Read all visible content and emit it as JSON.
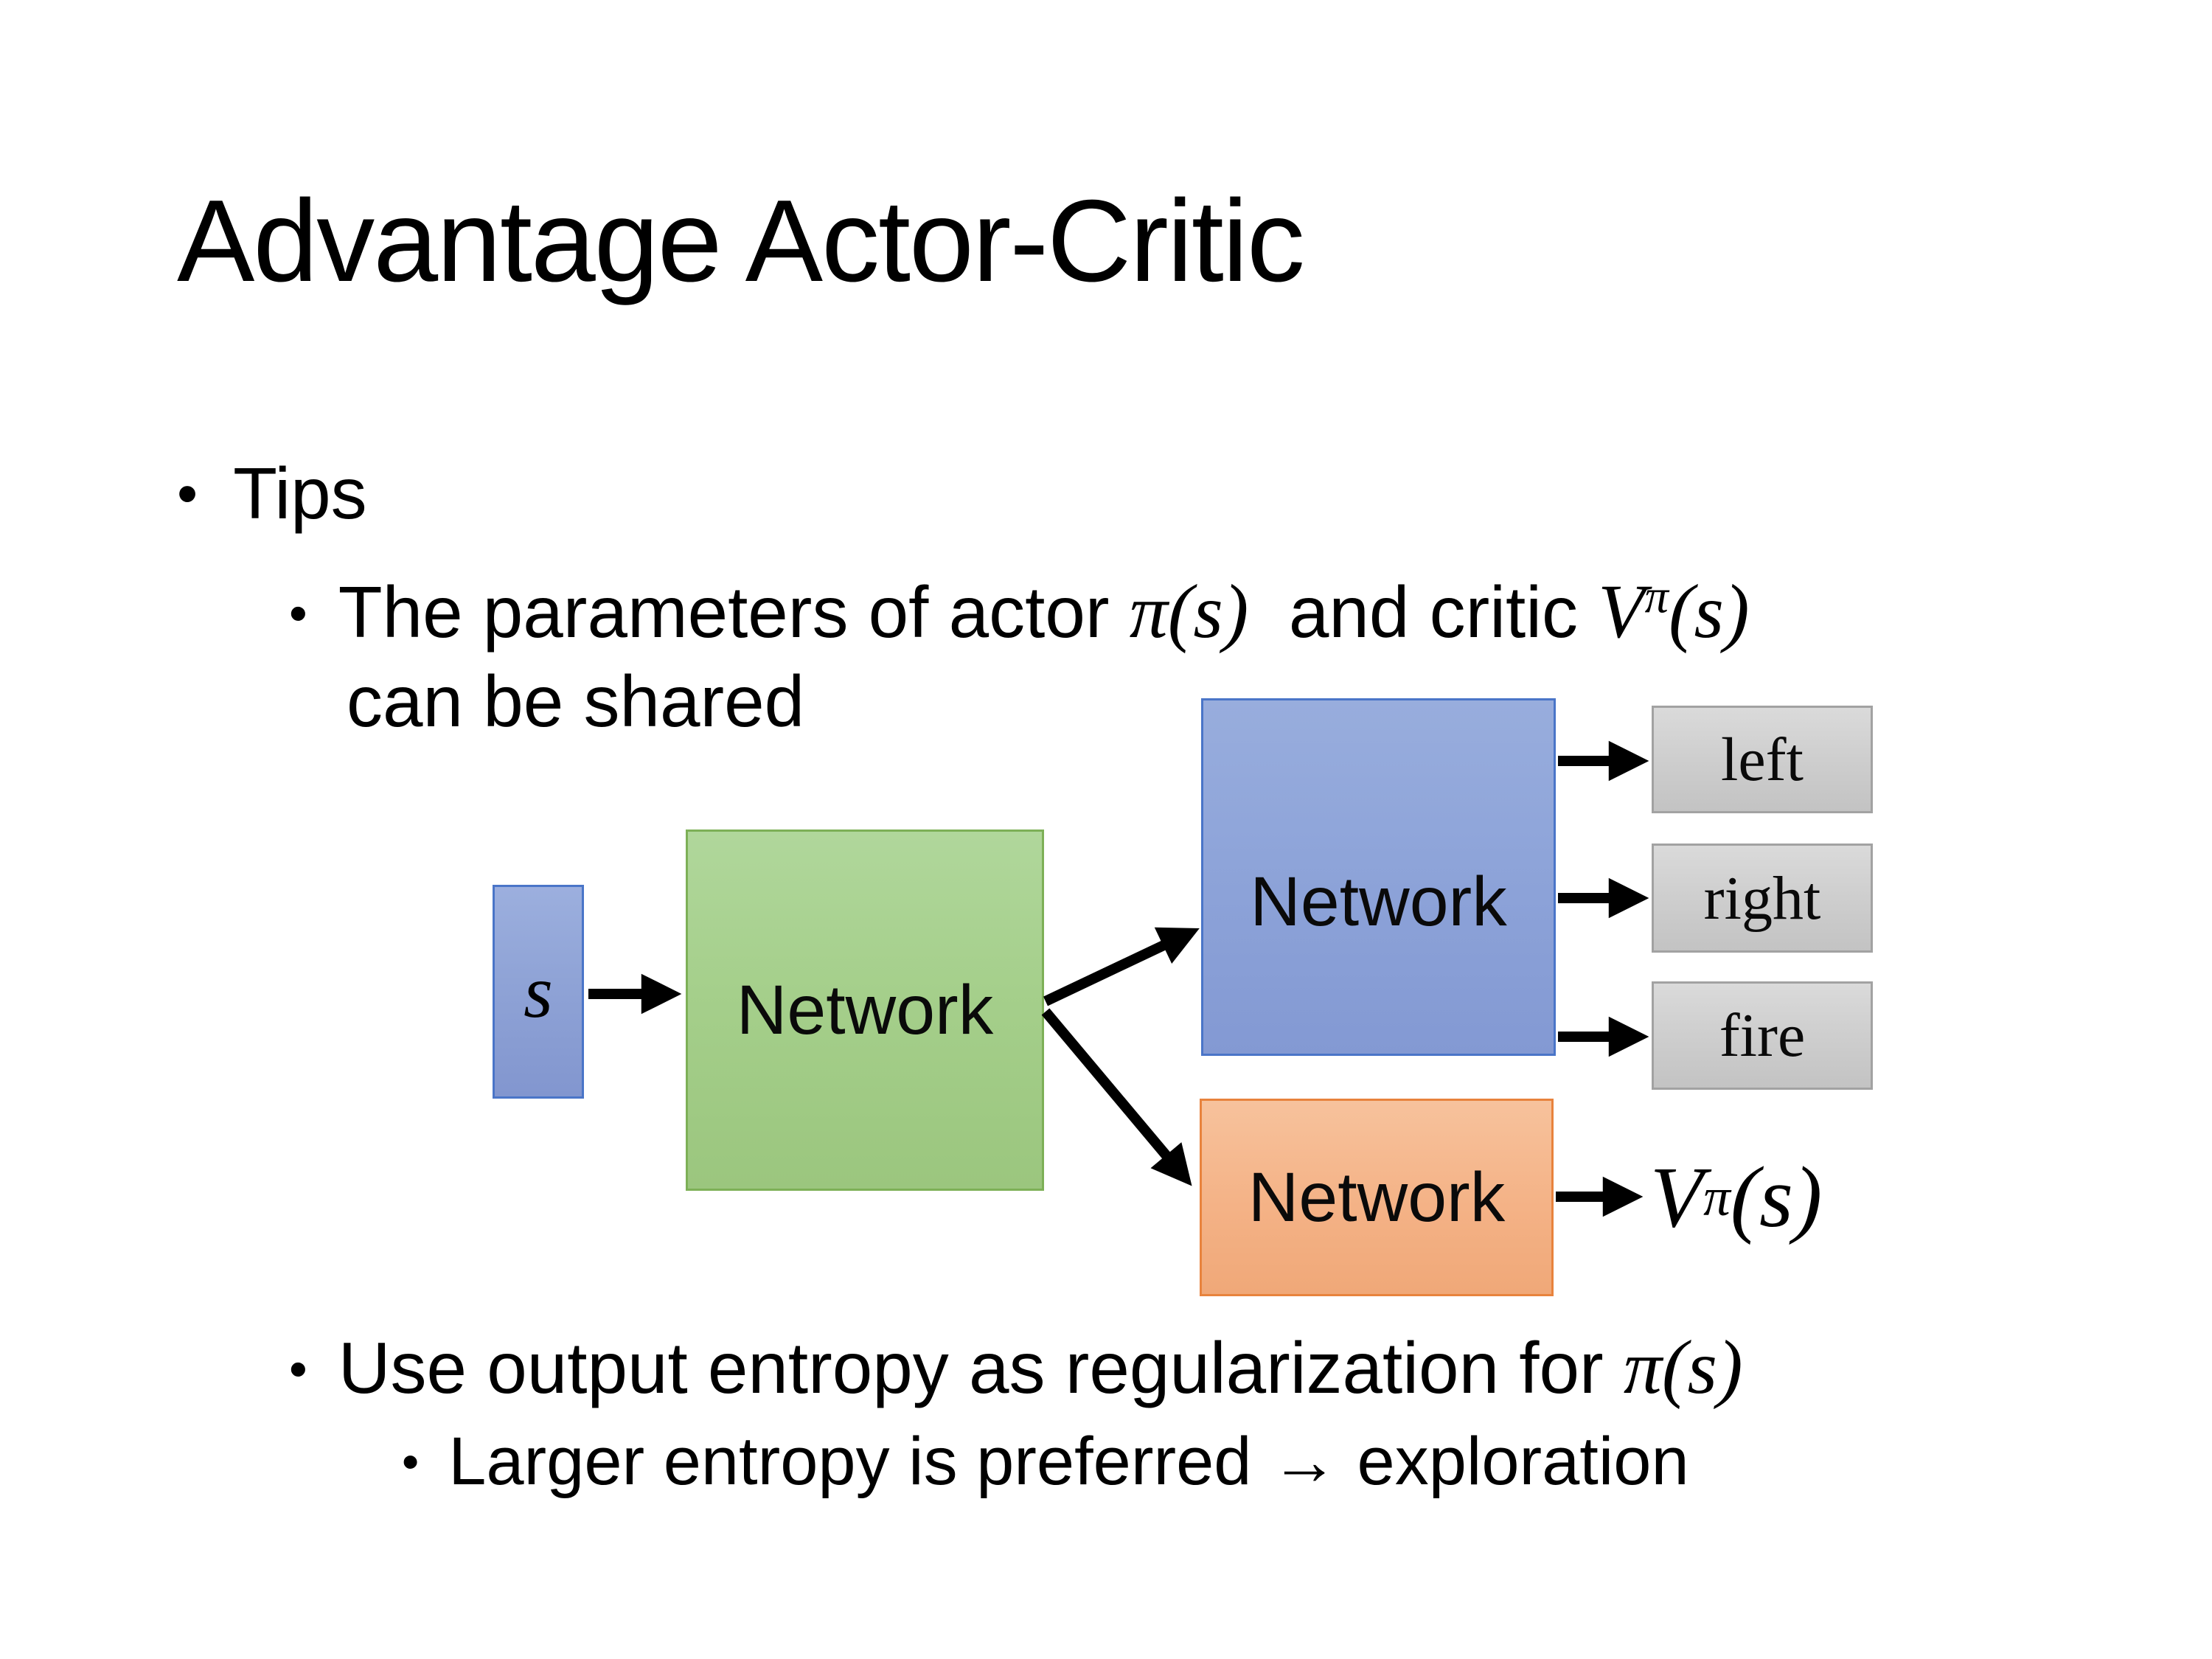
{
  "slide": {
    "title": "Advantage Actor-Critic",
    "bullet": "•",
    "tips": "Tips",
    "point1": {
      "text1": "The parameters of actor ",
      "math1": "π(s)",
      "text2": "  and critic ",
      "value": {
        "base": "V",
        "sup": "π",
        "args": "(s)"
      },
      "line2": "can be shared"
    },
    "point2": {
      "text1": "Use output entropy as regularization for ",
      "math1": "π(s)"
    },
    "point3": "Larger entropy is preferred → exploration"
  },
  "diagram": {
    "state_label": "s",
    "shared_network_label": "Network",
    "actor_network_label": "Network",
    "critic_network_label": "Network",
    "actions": [
      "left",
      "right",
      "fire"
    ],
    "value_output": {
      "base": "V",
      "sup": "π",
      "args": "(s)"
    },
    "colors": {
      "state_fill": "#8FA3D6",
      "state_border": "#4A75C8",
      "shared_fill": "#A5CF8B",
      "shared_border": "#7DB057",
      "actor_fill": "#8EA4D9",
      "actor_border": "#4A75C8",
      "critic_fill": "#F4B286",
      "critic_border": "#E8833D",
      "action_fill": "#CECECE",
      "action_border": "#A2A2A2",
      "arrow": "#000000",
      "text": "#000000",
      "background": "#FFFFFF"
    }
  }
}
